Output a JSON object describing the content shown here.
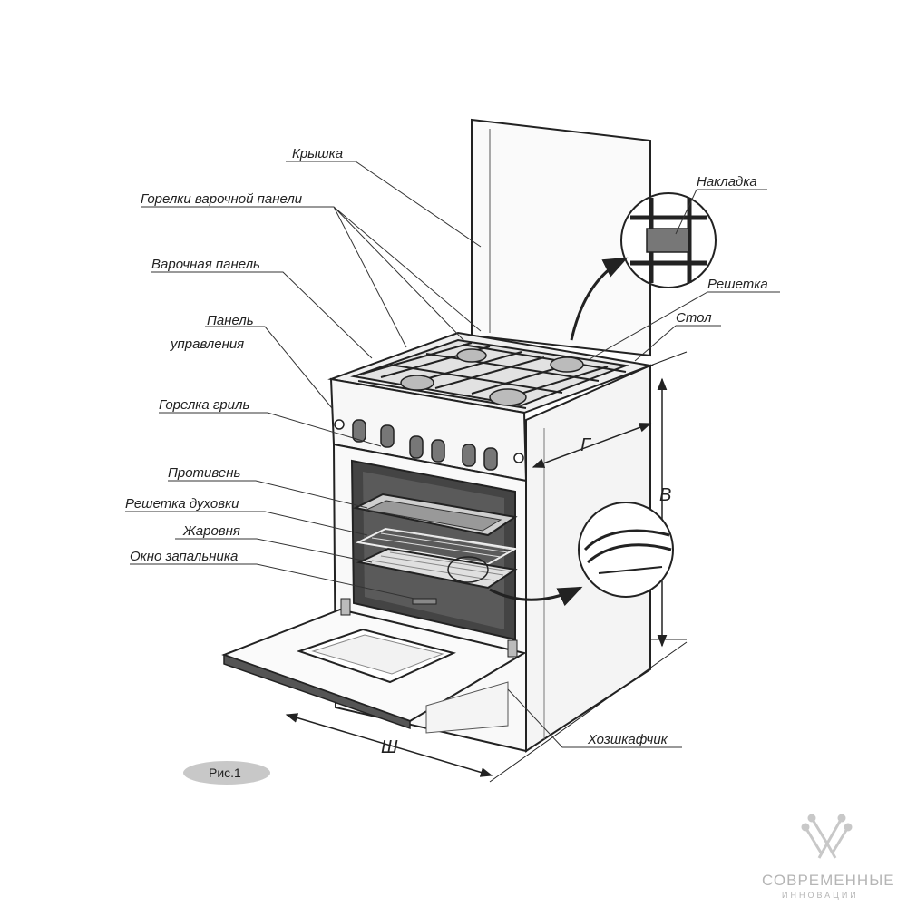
{
  "labels": {
    "lid": "Крышка",
    "hob_burners": "Горелки варочной панели",
    "hob": "Варочная панель",
    "control_panel_1": "Панель",
    "control_panel_2": "управления",
    "grill_burner": "Горелка гриль",
    "baking_tray": "Противень",
    "oven_rack": "Решетка духовки",
    "roasting_pan": "Жаровня",
    "ignition_window": "Окно запальника",
    "cover_plate": "Накладка",
    "grate": "Решетка",
    "table": "Стол",
    "storage_drawer": "Хозшкафчик"
  },
  "dimensions": {
    "width": "Ш",
    "depth": "Г",
    "height": "В"
  },
  "figure_label": "Рис.1",
  "watermark": {
    "line1": "СОВРЕМЕННЫЕ",
    "line2": "ИННОВАЦИИ"
  }
}
